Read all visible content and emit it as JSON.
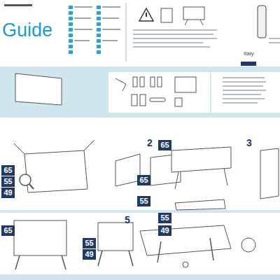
{
  "diagram": {
    "title": "Guide",
    "nodes": [
      {
        "text": [
          "65"
        ]
      },
      {
        "text": [
          "55"
        ]
      },
      {
        "text": [
          "49"
        ]
      },
      {
        "text": [
          "65"
        ]
      },
      {
        "text": [
          "55"
        ]
      },
      {
        "text": [
          "65"
        ]
      },
      {
        "text": [
          "55"
        ]
      },
      {
        "text": [
          "49"
        ]
      },
      {
        "text": [
          "65"
        ]
      },
      {
        "text": [
          "55"
        ]
      },
      {
        "text": [
          "49"
        ]
      }
    ],
    "labels": [
      "2",
      "3",
      "5",
      "Italy"
    ]
  }
}
